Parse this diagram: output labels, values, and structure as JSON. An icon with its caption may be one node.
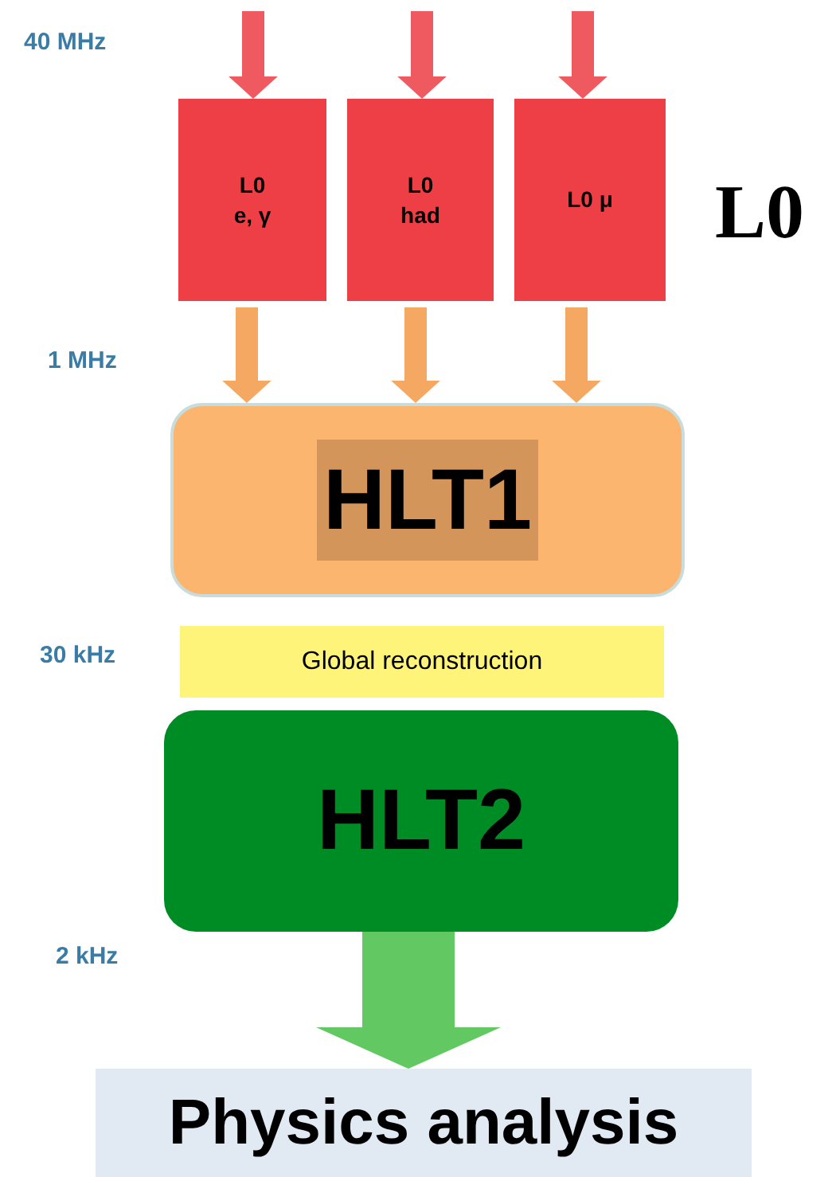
{
  "diagram": {
    "nodes": [
      {
        "text": [
          "L0 e, γ"
        ]
      },
      {
        "text": [
          "L0 had"
        ]
      },
      {
        "text": [
          "L0 μ"
        ]
      },
      {
        "text": [
          "HLT1"
        ]
      },
      {
        "text": [
          "Global reconstruction"
        ]
      },
      {
        "text": [
          "HLT2"
        ]
      },
      {
        "text": [
          "Physics analysis"
        ]
      }
    ],
    "edges": [
      {
        "from": null,
        "to": 0,
        "arrow": "to",
        "color": "#ef5a60"
      },
      {
        "from": null,
        "to": 1,
        "arrow": "to",
        "color": "#ef5a60"
      },
      {
        "from": null,
        "to": 2,
        "arrow": "to",
        "color": "#ef5a60"
      },
      {
        "from": 0,
        "to": 3,
        "arrow": "to",
        "color": "#f4a862"
      },
      {
        "from": 1,
        "to": 3,
        "arrow": "to",
        "color": "#f4a862"
      },
      {
        "from": 2,
        "to": 3,
        "arrow": "to",
        "color": "#f4a862"
      },
      {
        "from": 5,
        "to": 6,
        "arrow": "to",
        "style": "thick",
        "color": "#62c862"
      }
    ],
    "labels": [
      "40 MHz",
      "L0",
      "1 MHz",
      "30 kHz",
      "2 kHz"
    ]
  }
}
